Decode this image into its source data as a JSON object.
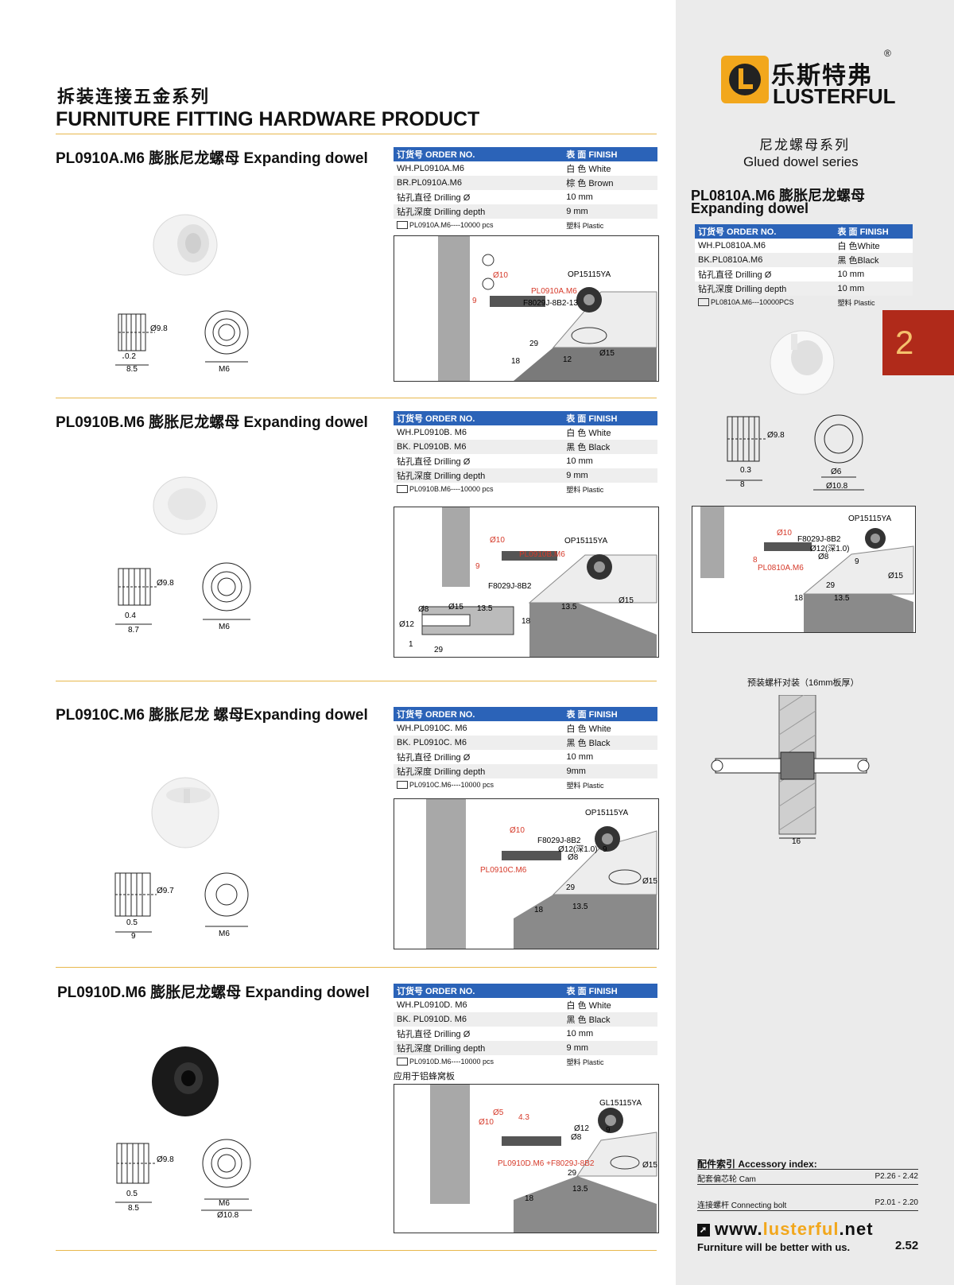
{
  "header": {
    "title_cn": "拆装连接五金系列",
    "title_en": "FURNITURE FITTING HARDWARE PRODUCT"
  },
  "table_headers": {
    "order": "订货号 ORDER NO.",
    "finish": "表 面 FINISH"
  },
  "products": [
    {
      "title": "PL0910A.M6 膨胀尼龙螺母 Expanding dowel",
      "rows": [
        [
          "WH.PL0910A.M6",
          "白 色 White"
        ],
        [
          "BR.PL0910A.M6",
          "棕 色 Brown"
        ],
        [
          "钻孔直径 Drilling Ø",
          "10 mm"
        ],
        [
          "钻孔深度 Drilling depth",
          "9 mm"
        ]
      ],
      "pack": "PL0910A.M6----10000 pcs",
      "material": "塑料 Plastic",
      "dims": {
        "dia": "Ø9.8",
        "a": "0.2",
        "b": "8.5",
        "thread": "M6"
      },
      "diagram": {
        "cam": "OP15115YA",
        "bolt": "F8029J-8B2-13",
        "part": "PL0910A.M6",
        "d10": "Ø10",
        "d15": "Ø15",
        "n9": "9",
        "n12": "12",
        "n18": "18",
        "n29": "29"
      }
    },
    {
      "title": "PL0910B.M6 膨胀尼龙螺母 Expanding dowel",
      "rows": [
        [
          "WH.PL0910B. M6",
          "白 色 White"
        ],
        [
          "BK. PL0910B. M6",
          "黑 色 Black"
        ],
        [
          "钻孔直径 Drilling Ø",
          "10 mm"
        ],
        [
          "钻孔深度 Drilling depth",
          "9 mm"
        ]
      ],
      "pack": "PL0910B.M6----10000 pcs",
      "material": "塑料 Plastic",
      "dims": {
        "dia": "Ø9.8",
        "a": "0.4",
        "b": "8.7",
        "thread": "M6"
      },
      "diagram": {
        "cam": "OP15115YA",
        "bolt": "F8029J-8B2",
        "part": "PL0910B.M6",
        "d10": "Ø10",
        "d15": "Ø15",
        "d8": "Ø8",
        "d12": "Ø12",
        "n135": "13.5",
        "n18": "18",
        "n29": "29",
        "n1": "1",
        "n9": "9"
      }
    },
    {
      "title": "PL0910C.M6 膨胀尼龙 螺母Expanding dowel",
      "rows": [
        [
          "WH.PL0910C. M6",
          "白 色 White"
        ],
        [
          "BK. PL0910C. M6",
          "黑 色 Black"
        ],
        [
          "钻孔直径 Drilling Ø",
          "10 mm"
        ],
        [
          "钻孔深度 Drilling depth",
          "9mm"
        ]
      ],
      "pack": "PL0910C.M6----10000 pcs",
      "material": "塑料 Plastic",
      "dims": {
        "dia": "Ø9.7",
        "a": "0.5",
        "b": "9",
        "thread": "M6"
      },
      "diagram": {
        "cam": "OP15115YA",
        "bolt": "F8029J-8B2",
        "part": "PL0910C.M6",
        "d10": "Ø10",
        "d12": "Ø12(深1.0)",
        "d8": "Ø8",
        "d15": "Ø15",
        "n29": "29",
        "n135": "13.5",
        "n18": "18",
        "n9": "9"
      }
    },
    {
      "title": "PL0910D.M6 膨胀尼龙螺母 Expanding dowel",
      "rows": [
        [
          "WH.PL0910D. M6",
          "白 色 White"
        ],
        [
          "BK. PL0910D. M6",
          "黑 色 Black"
        ],
        [
          "钻孔直径 Drilling Ø",
          "10 mm"
        ],
        [
          "钻孔深度 Drilling depth",
          "9 mm"
        ]
      ],
      "pack": "PL0910D.M6----10000 pcs",
      "material": "塑料 Plastic",
      "note": "应用于铝蜂窝板",
      "dims": {
        "dia": "Ø9.8",
        "a": "0.5",
        "b": "8.5",
        "thread": "M6",
        "outer": "Ø10.8"
      },
      "diagram": {
        "cam": "GL15115YA",
        "part": "PL0910D.M6 +F8029J-8B2",
        "d5": "Ø5",
        "d10": "Ø10",
        "n43": "4.3",
        "d12": "Ø12",
        "d8": "Ø8",
        "d15": "Ø15",
        "n29": "29",
        "n135": "13.5",
        "n18": "18",
        "n9": "9"
      }
    }
  ],
  "brand": {
    "name_cn": "乐斯特弗",
    "name_en": "LUSTERFUL",
    "reg": "®"
  },
  "sidebar": {
    "series_cn": "尼龙螺母系列",
    "series_en": "Glued dowel series",
    "product_title_1": "PL0810A.M6  膨胀尼龙螺母",
    "product_title_2": "Expanding dowel",
    "table_header_order": "订货号  ORDER NO.",
    "table_header_finish": "表 面  FINISH",
    "rows": [
      [
        "WH.PL0810A.M6",
        "白 色White"
      ],
      [
        "BK.PL0810A.M6",
        "黑 色Black"
      ],
      [
        "钻孔直径 Drilling Ø",
        "10 mm"
      ],
      [
        "钻孔深度 Drilling depth",
        "10 mm"
      ]
    ],
    "pack": "PL0810A.M6---10000PCS",
    "material": "塑料 Plastic",
    "page_tab": "2",
    "dims": {
      "dia": "Ø9.8",
      "a": "0.3",
      "b": "8",
      "d6": "Ø6",
      "outer": "Ø10.8"
    },
    "diagram": {
      "cam": "OP15115YA",
      "bolt": "F8029J-8B2",
      "d12": "Ø12(深1.0)",
      "d8": "Ø8",
      "part": "PL0810A.M6",
      "d10": "Ø10",
      "d15": "Ø15",
      "n8": "8",
      "n9": "9",
      "n29": "29",
      "n135": "13.5",
      "n18": "18"
    },
    "preinstall_caption": "预装螺杆对装（16mm板厚）",
    "preinstall_dim": "16",
    "accessory_title": "配件索引 Accessory index:",
    "accessories": [
      {
        "name": "配套偏芯轮 Cam",
        "pages": "P2.26 - 2.42"
      },
      {
        "name": "连接螺杆 Connecting bolt",
        "pages": "P2.01 - 2.20"
      }
    ],
    "website_pre": "www.",
    "website_mid": "lusterful",
    "website_post": ".net",
    "slogan": "Furniture will be better with us.",
    "page_number": "2.52"
  }
}
